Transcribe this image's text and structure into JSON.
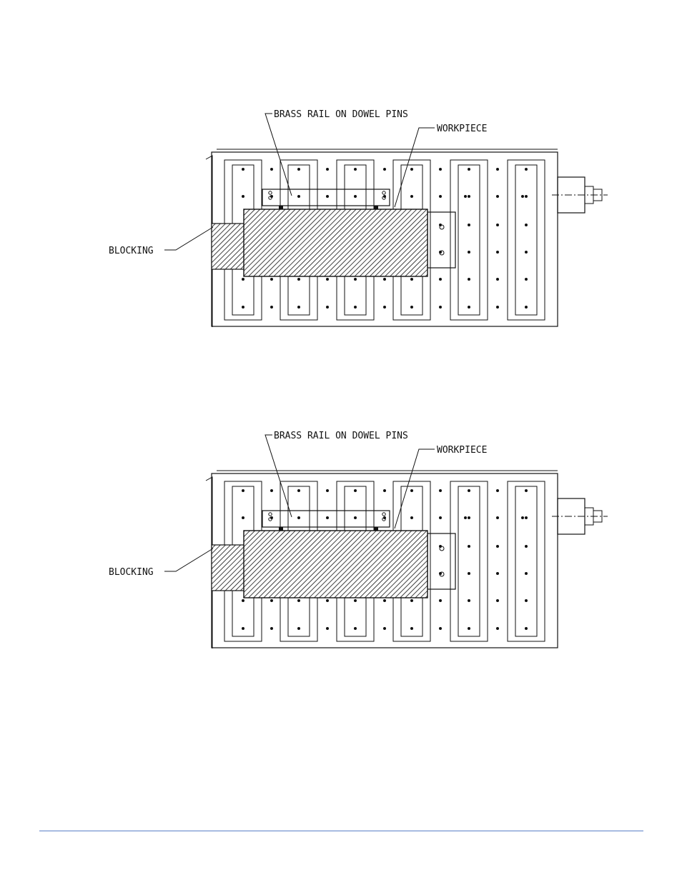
{
  "figures": [
    {
      "id": "top",
      "labels": {
        "rail": "BRASS RAIL ON DOWEL PINS",
        "workpiece": "WORKPIECE",
        "blocking": "BLOCKING"
      }
    },
    {
      "id": "bottom",
      "labels": {
        "rail": "BRASS RAIL ON DOWEL PINS",
        "workpiece": "WORKPIECE",
        "blocking": "BLOCKING"
      }
    }
  ],
  "colors": {
    "ink": "#111111",
    "footer_rule": "#5b7fc7"
  }
}
